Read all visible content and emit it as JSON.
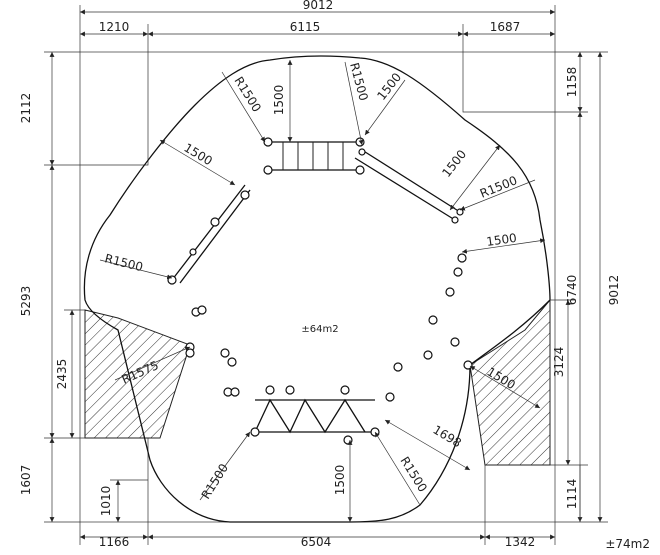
{
  "dims": {
    "total_width": "9012",
    "left_top": "1210",
    "mid_top": "6115",
    "right_top": "1687",
    "left_bottom": "1166",
    "mid_bottom": "6504",
    "right_bottom": "1342",
    "left_h1": "2112",
    "left_h2": "5293",
    "left_h3": "1607",
    "left_h4": "2435",
    "left_h5": "1010",
    "right_h1": "1158",
    "right_total": "9012",
    "right_h2": "6740",
    "right_h3": "3124",
    "right_h4": "1114"
  },
  "annotations": {
    "r_top_left": "R1500",
    "v_top_left": "1500",
    "r_top_right": "R1500",
    "d_top_right": "1500",
    "d_left_upper": "1500",
    "d_right_upper": "1500",
    "r_right_upper": "R1500",
    "d_right_mid": "1500",
    "r_left_mid": "R1500",
    "r_left_low": "R1575",
    "d_right_low": "1500",
    "d_bottom_right": "1698",
    "r_bottom_left": "R1500",
    "v_bottom": "1500",
    "r_bottom_right": "R1500"
  },
  "area_label": "±64m2",
  "footer_area": "±74m2"
}
